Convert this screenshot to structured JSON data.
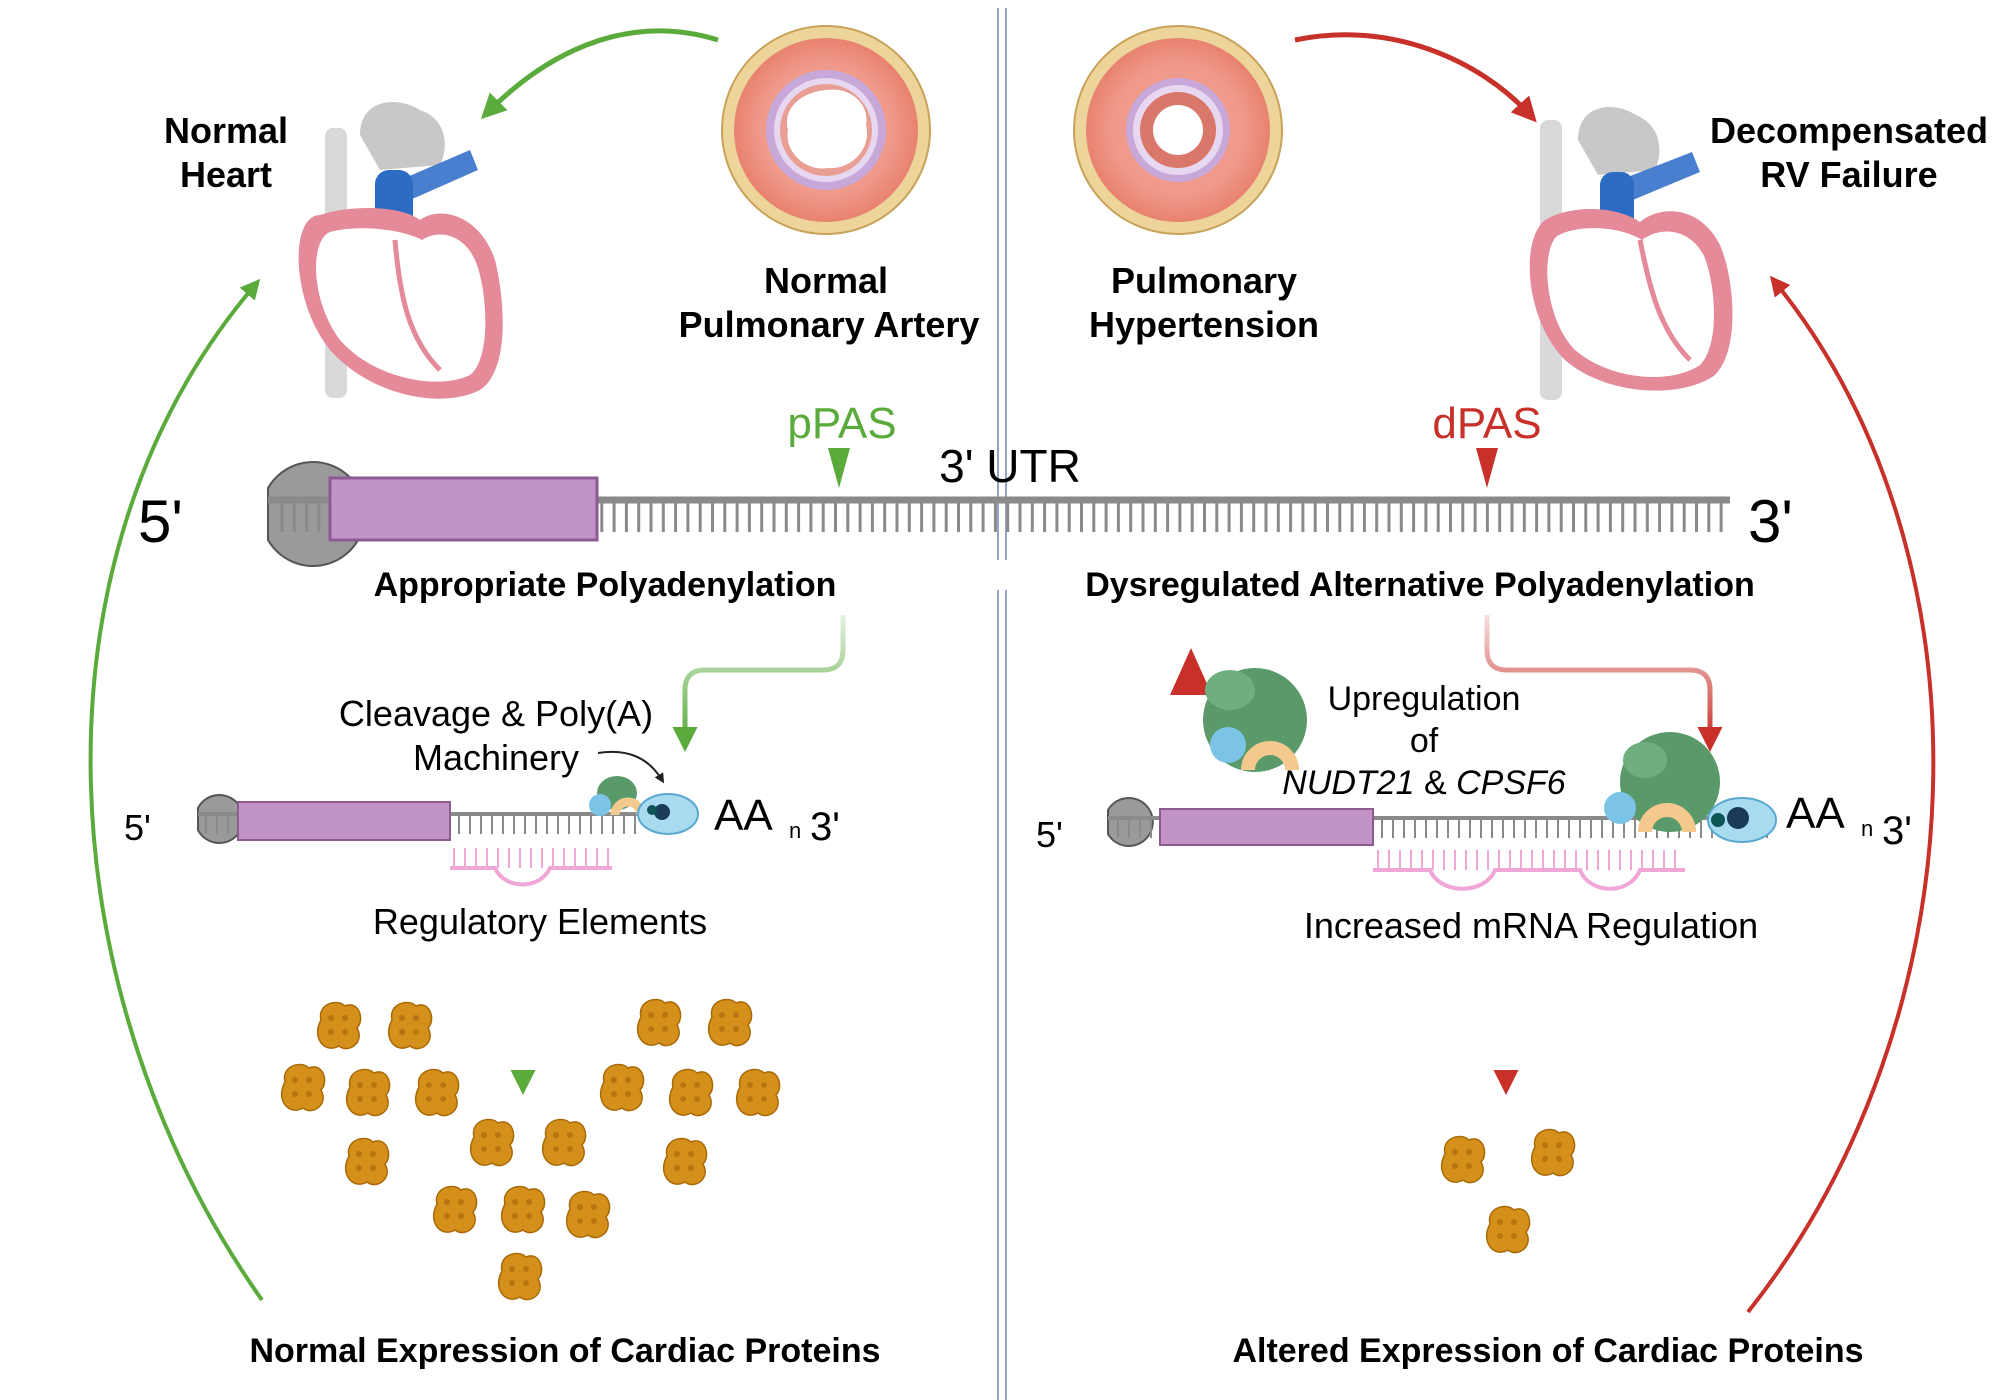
{
  "top": {
    "normal_heart": [
      "Normal",
      "Heart"
    ],
    "normal_artery": [
      "Normal",
      "Pulmonary Artery"
    ],
    "ph": [
      "Pulmonary",
      "Hypertension"
    ],
    "rv_failure": [
      "Decompensated",
      "RV Failure"
    ]
  },
  "transcript": {
    "five_prime": "5'",
    "three_prime": "3'",
    "utr_label": "3' UTR",
    "ppas": "pPAS",
    "dpas": "dPAS"
  },
  "left": {
    "heading": "Appropriate Polyadenylation",
    "machinery": [
      "Cleavage & Poly(A)",
      "Machinery"
    ],
    "five_prime": "5'",
    "aan": "AA",
    "aan_sub": "n",
    "three_prime": "3'",
    "regulatory": "Regulatory Elements",
    "bottom": "Normal Expression of Cardiac Proteins"
  },
  "right": {
    "heading": "Dysregulated Alternative Polyadenylation",
    "upreg": [
      "Upregulation",
      "of"
    ],
    "genes_a": "NUDT21",
    "genes_amp": " & ",
    "genes_b": "CPSF6",
    "five_prime": "5'",
    "aan": "AA",
    "aan_sub": "n",
    "three_prime": "3'",
    "increased": "Increased mRNA Regulation",
    "bottom": "Altered Expression of Cardiac Proteins"
  },
  "colors": {
    "green": "#5aaa3c",
    "red": "#c8302a",
    "cds": "#c293c6",
    "backbone": "#8a8a8a",
    "protein": "#d4901a",
    "divider": "#9aa3c7"
  }
}
